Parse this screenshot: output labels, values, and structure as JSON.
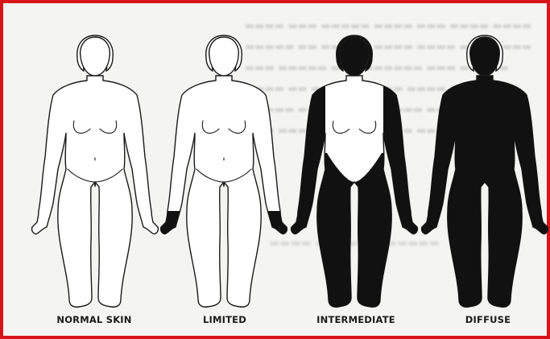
{
  "labels": {
    "normal": "NORMAL SKIN",
    "limited": "LIMITED",
    "intermediate": "INTERMEDIATE",
    "diffuse": "DIFFUSE"
  },
  "colors": {
    "border": "#d8141b",
    "affected": "#111111",
    "outline": "#1a1a1a"
  }
}
